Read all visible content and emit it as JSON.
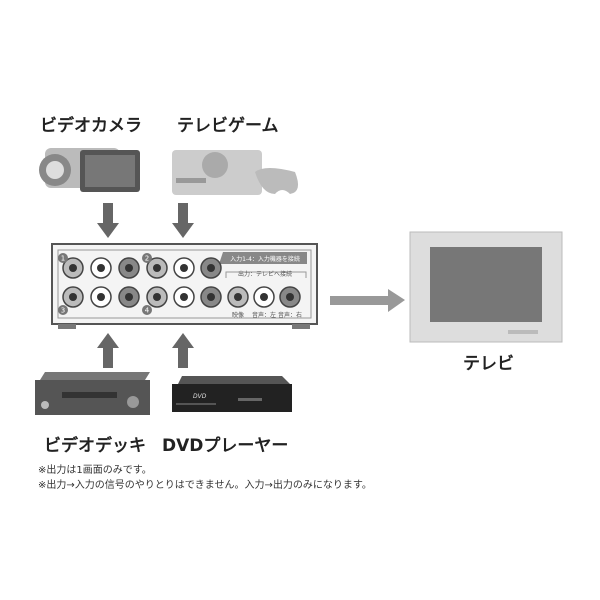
{
  "devices": {
    "video_camera": "ビデオカメラ",
    "tv_game": "テレビゲーム",
    "video_deck": "ビデオデッキ",
    "dvd_player": "DVDプレーヤー",
    "tv": "テレビ"
  },
  "switcher": {
    "input_label": "入力1-4：入力機器を接続",
    "output_label": "出力：テレビへ接続",
    "badges": [
      "1",
      "2",
      "3",
      "4"
    ],
    "outputs": [
      "映像",
      "音声：左",
      "音声：右"
    ]
  },
  "dvd_logo": "DVD",
  "notes": [
    "※出力は1画面のみです。",
    "※出力→入力の信号のやりとりはできません。入力→出力のみになります。"
  ]
}
